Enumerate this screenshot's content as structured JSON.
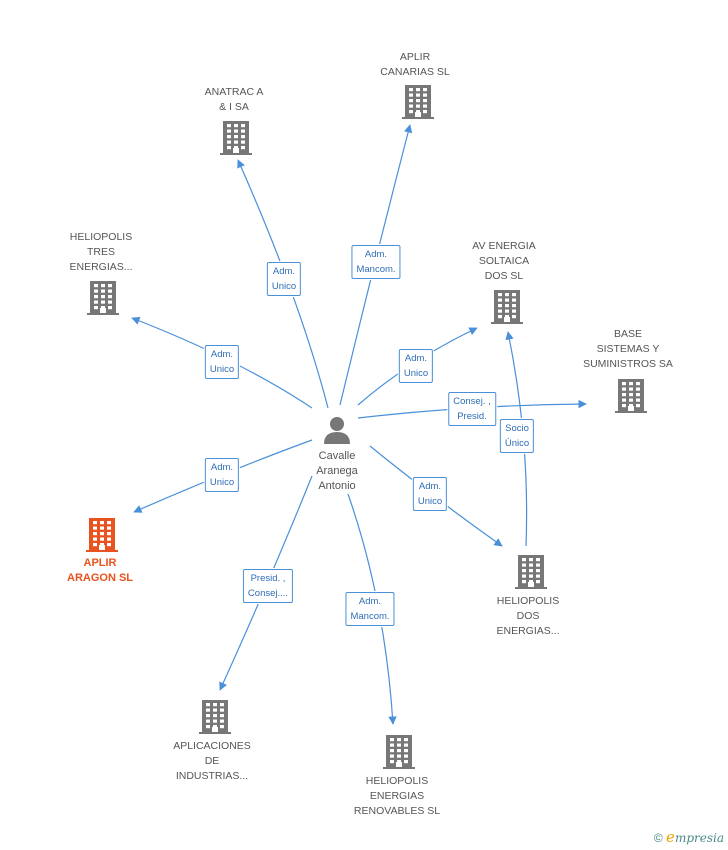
{
  "colors": {
    "line": "#4a90d9",
    "building": "#777777",
    "highlight": "#e8531f"
  },
  "person": {
    "name": "Cavalle\nAranega\nAntonio",
    "icon": "person-icon"
  },
  "nodes": [
    {
      "id": "aplir-canarias",
      "label": "APLIR\nCANARIAS SL",
      "highlight": false
    },
    {
      "id": "anatraca",
      "label": "ANATRAC A\n& I SA",
      "highlight": false
    },
    {
      "id": "heliopolis-tres",
      "label": "HELIOPOLIS\nTRES\nENERGIAS...",
      "highlight": false
    },
    {
      "id": "av-energia",
      "label": "AV ENERGIA\nSOLTAICA\nDOS SL",
      "highlight": false
    },
    {
      "id": "base-sistemas",
      "label": "BASE\nSISTEMAS Y\nSUMINISTROS SA",
      "highlight": false
    },
    {
      "id": "aplir-aragon",
      "label": "APLIR\nARAGON SL",
      "highlight": true
    },
    {
      "id": "heliopolis-dos",
      "label": "HELIOPOLIS\nDOS\nENERGIAS...",
      "highlight": false
    },
    {
      "id": "aplicaciones",
      "label": "APLICACIONES\nDE\nINDUSTRIAS...",
      "highlight": false
    },
    {
      "id": "heliopolis-renovables",
      "label": "HELIOPOLIS\nENERGIAS\nRENOVABLES SL",
      "highlight": false
    }
  ],
  "relations": [
    {
      "label": "Adm.\nMancom.",
      "target": "aplir-canarias"
    },
    {
      "label": "Adm.\nUnico",
      "target": "anatraca"
    },
    {
      "label": "Adm.\nUnico",
      "target": "heliopolis-tres"
    },
    {
      "label": "Adm.\nUnico",
      "target": "av-energia"
    },
    {
      "label": "Consej. ,\nPresid.",
      "target": "base-sistemas"
    },
    {
      "label": "Adm.\nUnico",
      "target": "aplir-aragon"
    },
    {
      "label": "Adm.\nUnico",
      "target": "heliopolis-dos"
    },
    {
      "label": "Presid. ,\nConsej....",
      "target": "aplicaciones"
    },
    {
      "label": "Adm.\nMancom.",
      "target": "heliopolis-renovables"
    },
    {
      "label": "Socio\nÚnico",
      "source": "heliopolis-dos",
      "target": "av-energia"
    }
  ],
  "footer": {
    "copyright": "©",
    "brand_e": "e",
    "brand_rest": "mpresia"
  }
}
